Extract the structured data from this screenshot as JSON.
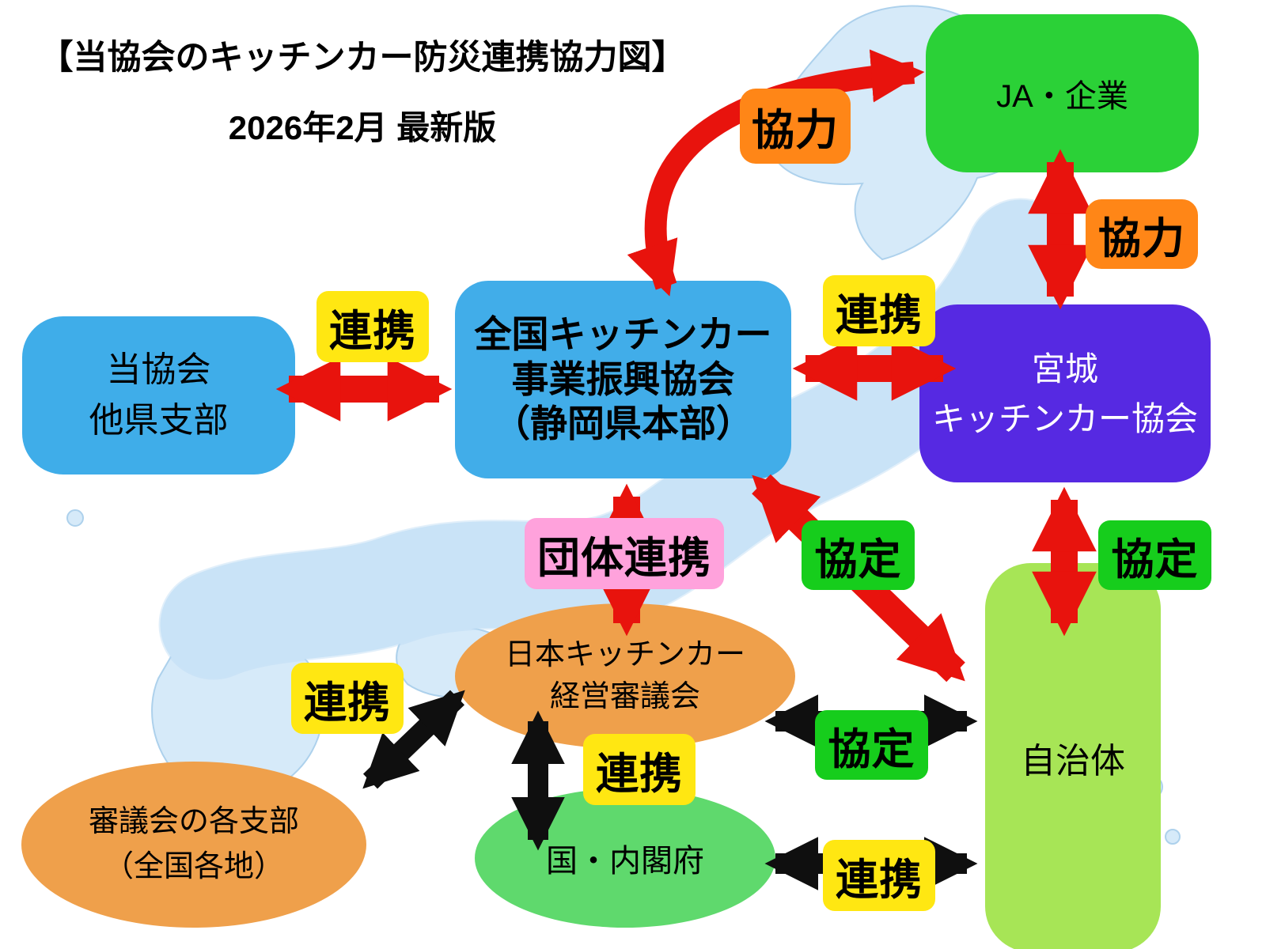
{
  "header": {
    "title": "【当協会のキッチンカー防災連携協力図】",
    "subtitle": "2026年2月 最新版"
  },
  "nodes": {
    "ja": {
      "label": "JA・企業"
    },
    "honbu": {
      "line1": "全国キッチンカー",
      "line2": "事業振興協会",
      "line3": "（静岡県本部）"
    },
    "other_branches": {
      "line1": "当協会",
      "line2": "他県支部"
    },
    "miyagi": {
      "line1": "宮城",
      "line2": "キッチンカー協会"
    },
    "council": {
      "line1": "日本キッチンカー",
      "line2": "経営審議会"
    },
    "council_branches": {
      "line1": "審議会の各支部",
      "line2": "（全国各地）"
    },
    "government": {
      "label": "国・内閣府"
    },
    "municipality": {
      "label": "自治体"
    }
  },
  "labels": {
    "cooperation_top": "協力",
    "cooperation_right": "協力",
    "alliance_left": "連携",
    "alliance_right": "連携",
    "group_alliance": "団体連携",
    "agreement_center": "協定",
    "agreement_right": "協定",
    "alliance_branches": "連携",
    "alliance_government": "連携",
    "agreement_municipality": "協定",
    "alliance_municipality": "連携"
  },
  "colors": {
    "red_arrow": "#e8130d",
    "black_arrow": "#0f0f0f",
    "yellow_label": "#ffe712",
    "orange_label": "#ff8617",
    "green_label": "#16cd1c",
    "pink_label": "#ffa2dc",
    "blue_box": "#41ade9",
    "purple_box": "#5629e2",
    "green_box": "#2bd137",
    "light_green_box": "#a7e556",
    "orange_ellipse": "#efa04b",
    "green_ellipse": "#5fd96d",
    "map_blue": "#d4e9f9"
  }
}
